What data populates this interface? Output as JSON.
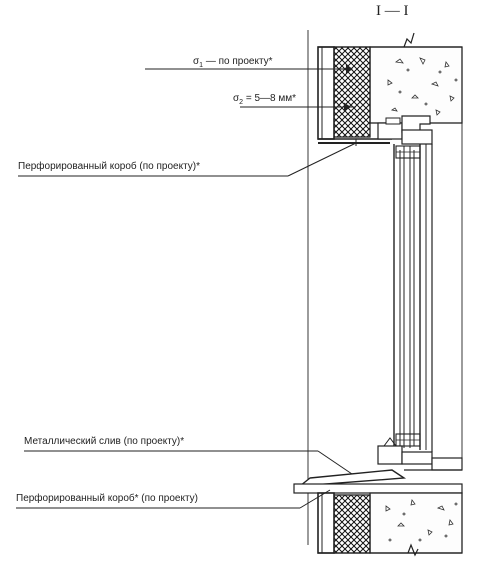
{
  "section_title": "I — I",
  "labels": {
    "sigma1_symbol": "σ",
    "sigma1_sub": "1",
    "sigma1_text": " — по проекту*",
    "sigma2_symbol": "σ",
    "sigma2_sub": "2",
    "sigma2_text": " = 5—8 мм*",
    "perforated_box_top": "Перфорированный короб (по проекту)*",
    "metal_drip": "Металлический слив (по проекту)*",
    "perforated_box_bottom": "Перфорированный короб* (по проекту)"
  },
  "colors": {
    "line": "#222222",
    "concrete": "#fdfdfd",
    "insulation": "#111111",
    "background": "#ffffff"
  }
}
